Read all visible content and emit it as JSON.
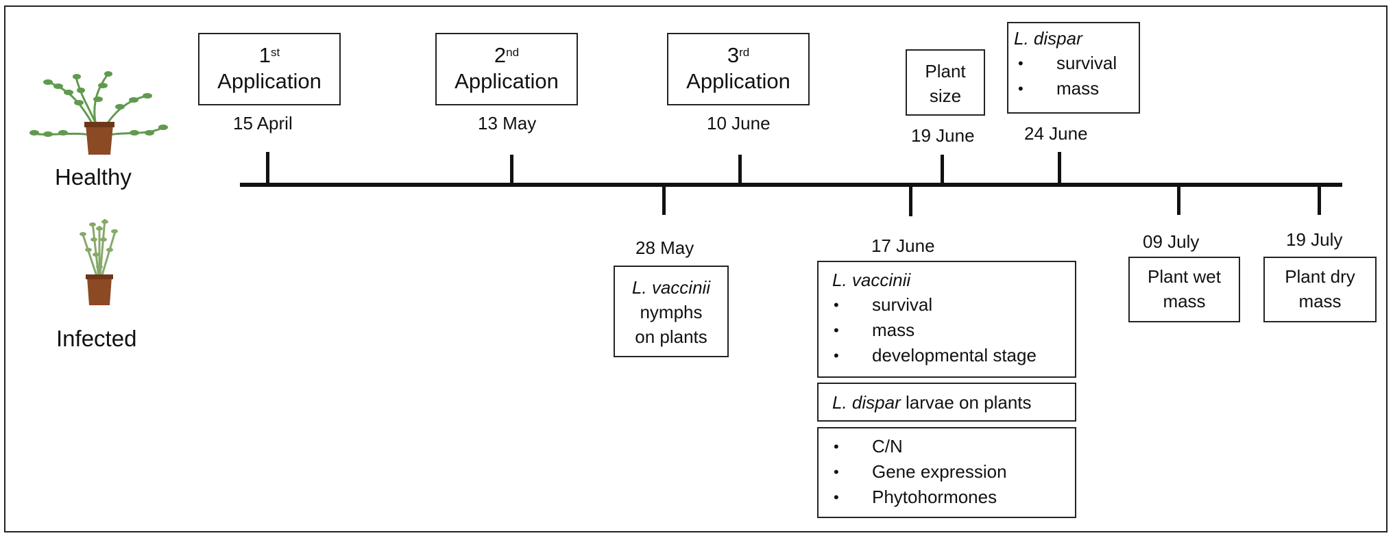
{
  "legend": {
    "healthy_label": "Healthy",
    "infected_label": "Infected"
  },
  "top_events": [
    {
      "ordinal": "1",
      "suffix": "st",
      "label": "Application",
      "date": "15 April"
    },
    {
      "ordinal": "2",
      "suffix": "nd",
      "label": "Application",
      "date": "13 May"
    },
    {
      "ordinal": "3",
      "suffix": "rd",
      "label": "Application",
      "date": "10 June"
    },
    {
      "line1": "Plant",
      "line2": "size",
      "date": "19 June"
    },
    {
      "species": "L. dispar",
      "items": [
        "survival",
        "mass"
      ],
      "date": "24 June"
    }
  ],
  "bottom_events": [
    {
      "date": "28 May",
      "species": "L. vaccinii",
      "line2": "nymphs",
      "line3": "on plants"
    },
    {
      "date": "17 June",
      "box1": {
        "species": "L. vaccinii",
        "items": [
          "survival",
          "mass",
          "developmental stage"
        ]
      },
      "box2": {
        "species": "L. dispar",
        "rest": " larvae on plants"
      },
      "box3": {
        "items": [
          "C/N",
          "Gene expression",
          "Phytohormones"
        ]
      }
    },
    {
      "date": "09 July",
      "line1": "Plant wet",
      "line2": "mass"
    },
    {
      "date": "19 July",
      "line1": "Plant dry",
      "line2": "mass"
    }
  ],
  "colors": {
    "line": "#111111",
    "leaf_healthy": "#5f9a4e",
    "leaf_infected": "#86a96a",
    "pot": "#8b4a24"
  }
}
